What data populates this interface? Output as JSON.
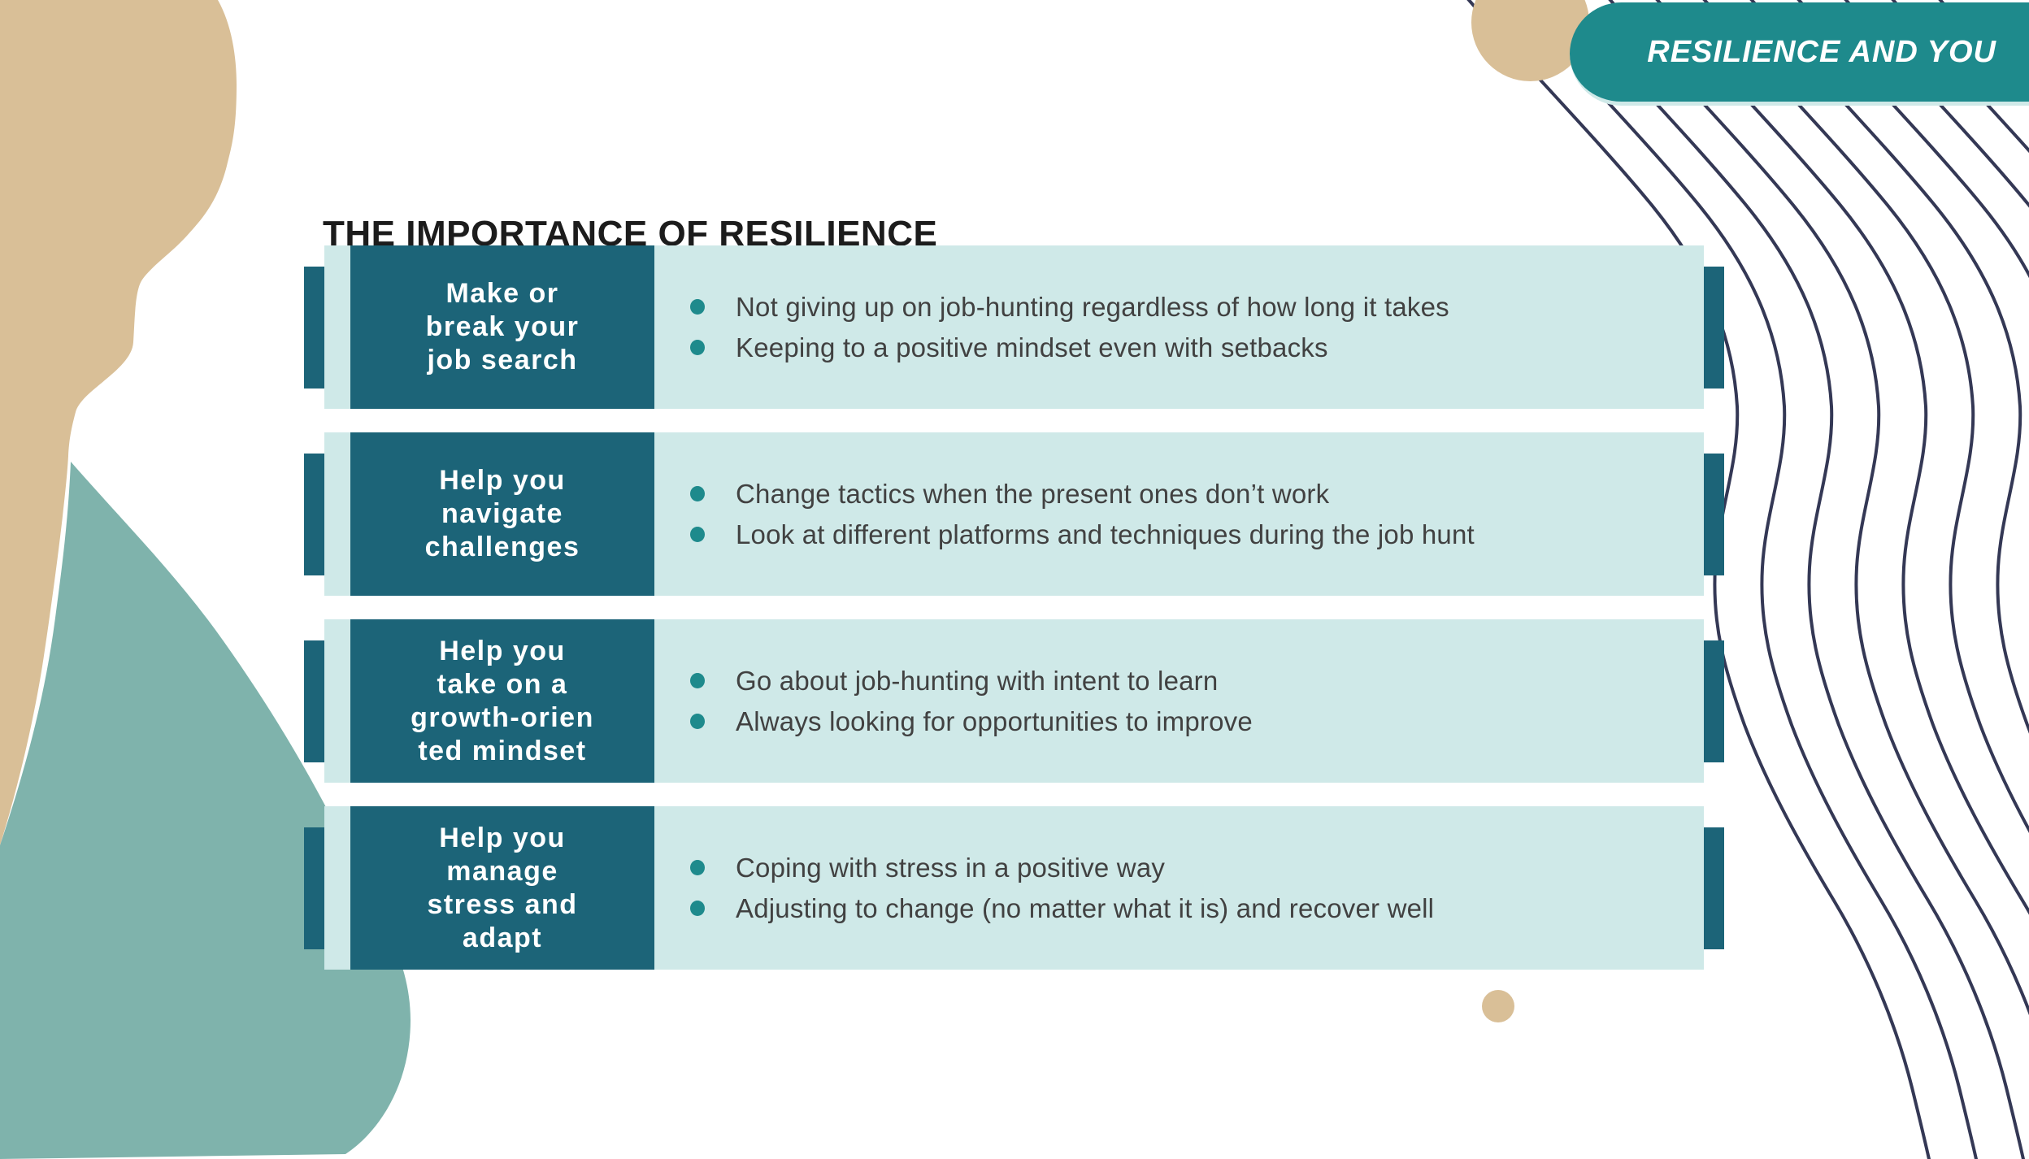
{
  "badge": {
    "label": "RESILIENCE AND YOU"
  },
  "title": "THE IMPORTANCE OF RESILIENCE",
  "rows": [
    {
      "label": "Make or\nbreak your\njob search",
      "bullets": [
        "Not giving up on job-hunting regardless of how long it takes",
        "Keeping to a positive mindset even with setbacks"
      ]
    },
    {
      "label": "Help you\nnavigate\nchallenges",
      "bullets": [
        "Change tactics when the present ones don’t work",
        "Look at different platforms and techniques during the job hunt"
      ]
    },
    {
      "label": "Help you\ntake on a\ngrowth-orien\nted mindset",
      "bullets": [
        "Go about job-hunting with intent to learn",
        "Always looking for opportunities to improve"
      ]
    },
    {
      "label": "Help you\nmanage\nstress and\nadapt",
      "bullets": [
        "Coping with stress in a positive way",
        "Adjusting to change (no matter what it is) and recover well"
      ]
    }
  ],
  "colors": {
    "teal_badge": "#1e8a8c",
    "teal_dark": "#1c6478",
    "teal_light": "#cfe9e8",
    "tan": "#d9bf97",
    "sage": "#7fb3ac",
    "navy": "#343855",
    "text_dark": "#414141",
    "title_color": "#1c1c1c"
  }
}
